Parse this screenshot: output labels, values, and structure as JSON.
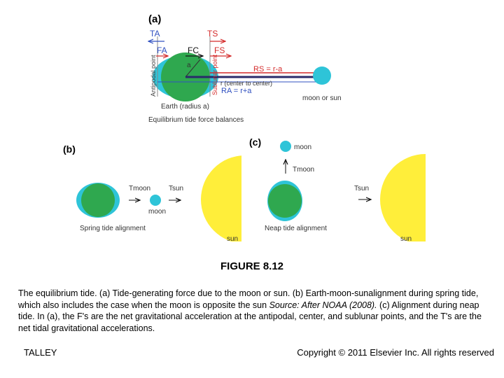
{
  "panel_a": {
    "label": "(a)",
    "TA": "TA",
    "FA": "FA",
    "FC": "FC",
    "TS": "TS",
    "FS": "FS",
    "a": "a",
    "antipodal_point": "Antipodal point",
    "sublunar_point": "Sublunar point",
    "Rs": "RS = r-a",
    "r_center": "r (center to center)",
    "RA": "RA = r+a",
    "moon_or_sun": "moon or sun",
    "earth": "Earth (radius a)",
    "caption": "Equilibrium tide force balances"
  },
  "panel_b": {
    "label": "(b)",
    "tmoon": "Tmoon",
    "tsun": "Tsun",
    "moon": "moon",
    "caption": "Spring tide alignment"
  },
  "panel_c": {
    "label": "(c)",
    "moon": "moon",
    "tmoon": "Tmoon",
    "tsun": "Tsun",
    "sun": "sun",
    "caption": "Neap tide alignment",
    "sun2": "sun"
  },
  "figure_title": "FIGURE 8.12",
  "caption": {
    "part1": "The equilibrium tide. (a) Tide-generating force due to the moon or sun. (b) Earth-moon-sunalignment during spring tide, which also includes the case when the moon is opposite the sun ",
    "source": "Source: After NOAA (2008).",
    "part2": " (c) Alignment during neap tide. In (a), the F's are the net gravitational acceleration at the antipodal, center, and sublunar points, and the T's are the net tidal gravitational accelerations."
  },
  "footer": {
    "left": "TALLEY",
    "right": "Copyright © 2011 Elsevier Inc. All rights reserved"
  },
  "colors": {
    "earth_green": "#2fa84f",
    "water_cyan": "#2ec4d8",
    "sun_yellow": "#ffee3a",
    "arrow_red": "#d42a2a",
    "line_navy": "#2a2a6a"
  }
}
